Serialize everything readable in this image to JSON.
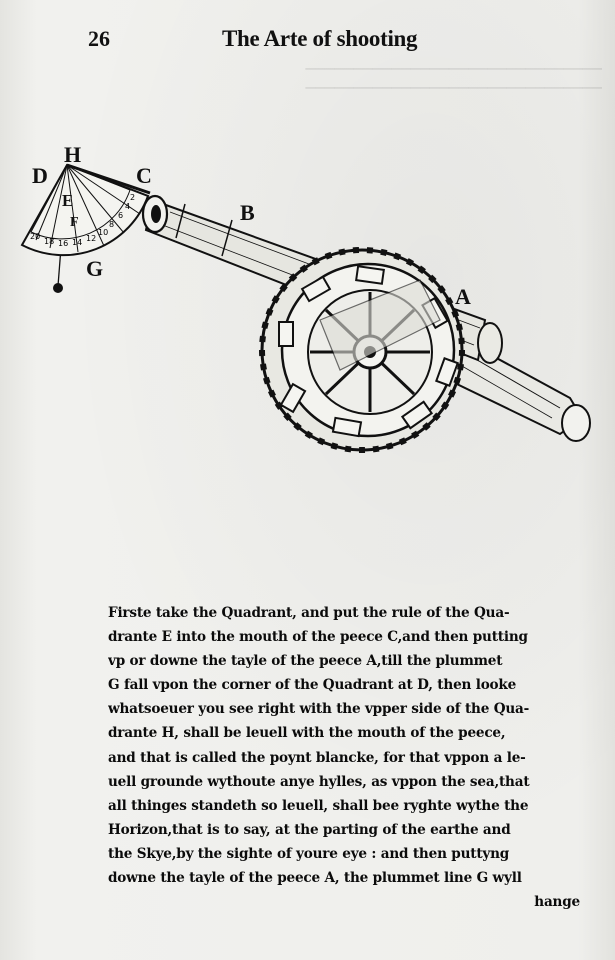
{
  "header": {
    "page_number": "26",
    "running_title": "The Arte of shooting"
  },
  "figure": {
    "labels": {
      "H": "H",
      "D": "D",
      "C": "C",
      "E": "E",
      "F": "F",
      "G": "G",
      "B": "B",
      "A": "A"
    },
    "quadrant_numerals": [
      "20",
      "18",
      "16",
      "14",
      "12",
      "10",
      "8",
      "6",
      "4",
      "2"
    ]
  },
  "caption": {
    "lines": [
      "Firste take the Quadrant, and put the rule of the Qua-",
      "drante E into the mouth of the peece C,and then putting",
      "vp or downe the tayle of the  peece  A,till the plummet",
      "G fall vpon the corner of the Quadrant at D, then looke",
      "whatsoeuer you see right with the vpper side of the Qua-",
      "drante H,  shall be leuell with the mouth of the peece,",
      "and that is called the poynt blancke, for that vppon a le-",
      "uell grounde wythoute anye hylles, as vppon the sea,that",
      "all thinges standeth so leuell, shall bee ryghte wythe the",
      "Horizon,that is to say, at the parting of the earthe and",
      "the Skye,by the sighte of youre eye : and then puttyng",
      "downe the tayle of the peece A, the plummet line G wyll"
    ],
    "last_word": "hange"
  }
}
